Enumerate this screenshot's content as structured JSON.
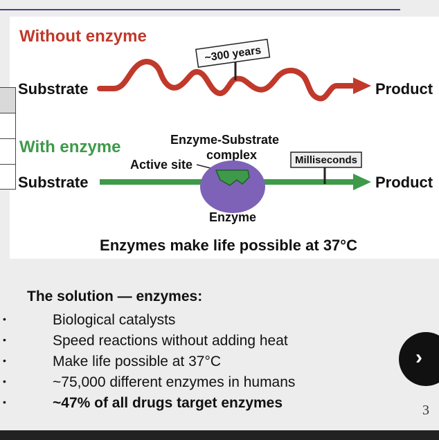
{
  "figure": {
    "without_label": "Without enzyme",
    "substrate_top": "Substrate",
    "product_top": "Product",
    "time_top": "~300 years",
    "with_label": "With enzyme",
    "es_complex_line1": "Enzyme-Substrate",
    "es_complex_line2": "complex",
    "active_site": "Active site",
    "time_bottom": "Milliseconds",
    "substrate_bottom": "Substrate",
    "product_bottom": "Product",
    "enzyme": "Enzyme",
    "caption": "Enzymes make life possible at 37°C",
    "colors": {
      "without": "#c0392b",
      "with": "#3e9a4a",
      "enzyme": "#7d62b8"
    }
  },
  "notes": {
    "heading": "The solution — enzymes:",
    "bullets": [
      "Biological catalysts",
      "Speed reactions without adding heat",
      "Make life possible at 37°C",
      "~75,000 different enzymes in humans",
      "~47% of all drugs target enzymes"
    ]
  },
  "nav": {
    "next_icon": "chevron-right-icon",
    "next_glyph": "›"
  },
  "page_number": "3"
}
